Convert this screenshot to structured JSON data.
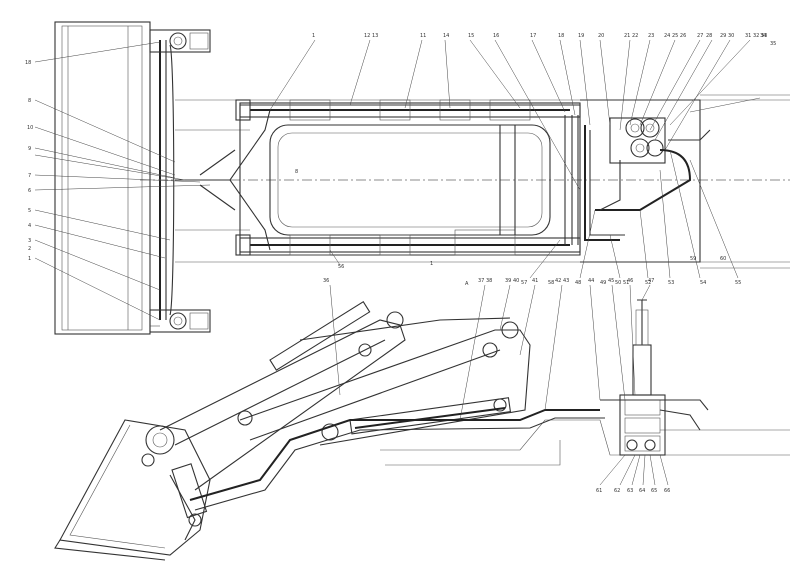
{
  "diagram": {
    "top_right_labels": [
      "1",
      "11",
      "12 13",
      "14",
      "15",
      "16",
      "17",
      "18",
      "19",
      "20",
      "21 22",
      "23",
      "24 25 26",
      "27",
      "28",
      "29 30",
      "31 32 33",
      "34",
      "35"
    ],
    "top_left_labels": [
      "18",
      "8",
      "10",
      "9",
      "7",
      "6",
      "5",
      "4",
      "3",
      "2",
      "1"
    ],
    "bottom_top_labels": [
      "36",
      "37 38",
      "39 40",
      "41",
      "42 43",
      "44",
      "45",
      "46",
      "47"
    ],
    "bottom_right_labels": [
      "48",
      "49",
      "50 51",
      "52",
      "53",
      "54",
      "55",
      "56",
      "57",
      "58",
      "59",
      "60"
    ],
    "valve_labels": [
      "61",
      "62",
      "63",
      "64",
      "65",
      "66"
    ]
  }
}
